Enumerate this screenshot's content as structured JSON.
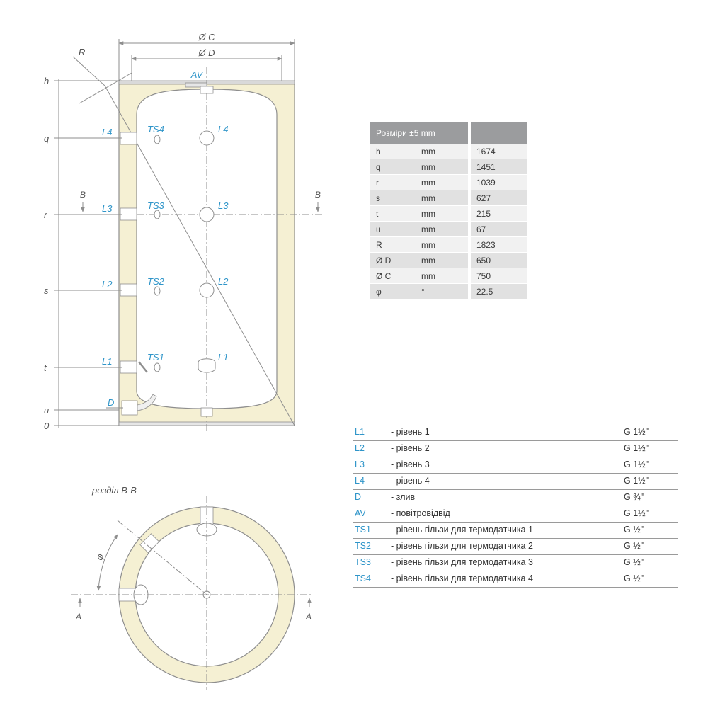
{
  "drawing": {
    "dim_labels": {
      "oc": "Ø C",
      "od": "Ø D",
      "r": "R"
    },
    "height_labels": [
      "h",
      "q",
      "r",
      "s",
      "t",
      "u",
      "0"
    ],
    "section_markers": {
      "b_left": "B",
      "b_right": "B",
      "a_left": "A",
      "a_right": "A"
    },
    "av_label": "AV",
    "left_labels": [
      "L4",
      "L3",
      "L2",
      "L1",
      "D"
    ],
    "ts_labels": [
      "TS4",
      "TS3",
      "TS2",
      "TS1"
    ],
    "inner_labels": [
      "L4",
      "L3",
      "L2",
      "L1"
    ],
    "section_title": "розділ B-B",
    "phi_label": "φ",
    "colors": {
      "insulation": "#f5f0d3",
      "line": "#8e8e8e",
      "accent": "#2f95c9"
    }
  },
  "table": {
    "header": "Розміри ±5 mm",
    "rows": [
      {
        "param": "h",
        "unit": "mm",
        "value": "1674"
      },
      {
        "param": "q",
        "unit": "mm",
        "value": "1451"
      },
      {
        "param": "r",
        "unit": "mm",
        "value": "1039"
      },
      {
        "param": "s",
        "unit": "mm",
        "value": "627"
      },
      {
        "param": "t",
        "unit": "mm",
        "value": "215"
      },
      {
        "param": "u",
        "unit": "mm",
        "value": "67"
      },
      {
        "param": "R",
        "unit": "mm",
        "value": "1823"
      },
      {
        "param": "Ø D",
        "unit": "mm",
        "value": "650"
      },
      {
        "param": "Ø C",
        "unit": "mm",
        "value": "750"
      },
      {
        "param": "φ",
        "unit": "°",
        "value": "22.5"
      }
    ]
  },
  "legend": [
    {
      "code": "L1",
      "desc": "- рівень 1",
      "size": "G 1½\""
    },
    {
      "code": "L2",
      "desc": "- рівень 2",
      "size": "G 1½\""
    },
    {
      "code": "L3",
      "desc": "- рівень 3",
      "size": "G 1½\""
    },
    {
      "code": "L4",
      "desc": "- рівень 4",
      "size": "G 1½\""
    },
    {
      "code": "D",
      "desc": "- злив",
      "size": "G ¾\""
    },
    {
      "code": "AV",
      "desc": "- повітровідвід",
      "size": "G 1½\""
    },
    {
      "code": "TS1",
      "desc": "- рівень гільзи для термодатчика 1",
      "size": "G ½\""
    },
    {
      "code": "TS2",
      "desc": "- рівень гільзи для термодатчика 2",
      "size": "G ½\""
    },
    {
      "code": "TS3",
      "desc": "- рівень гільзи для термодатчика 3",
      "size": "G ½\""
    },
    {
      "code": "TS4",
      "desc": "- рівень гільзи для термодатчика 4",
      "size": "G ½\""
    }
  ]
}
